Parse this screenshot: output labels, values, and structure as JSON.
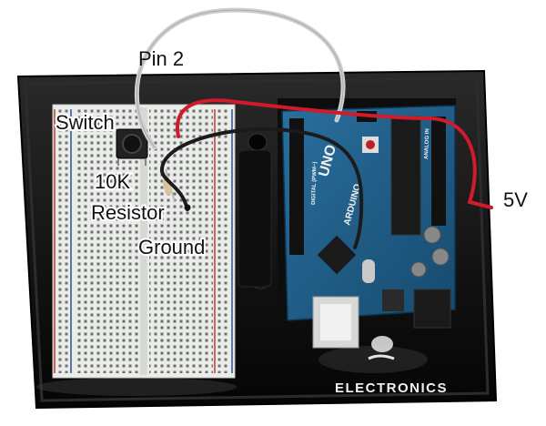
{
  "labels": {
    "pin2": "Pin 2",
    "switch": "Switch",
    "resistor_line1": "10K",
    "resistor_line2": "Resistor",
    "ground": "Ground",
    "power": "5V"
  },
  "board": {
    "brand": "ELECTRONICS",
    "logo_text": "UNO",
    "arduino_text": "ARDUINO",
    "digital_text": "DIGITAL (PWM~)",
    "analog_text": "ANALOG IN"
  },
  "colors": {
    "base_plate": "#141414",
    "breadboard": "#e9ece8",
    "arduino": "#1f5f8b",
    "wire_red": "#d11a2a",
    "wire_gray": "#c9c9c9",
    "wire_black": "#1b1b1b"
  }
}
